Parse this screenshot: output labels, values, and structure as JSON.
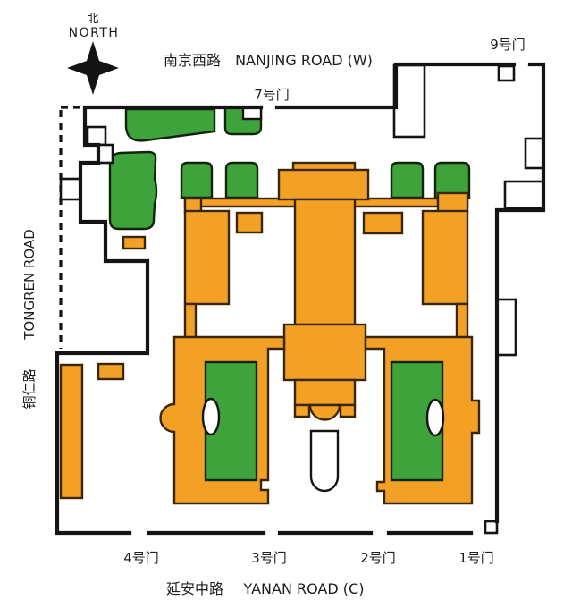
{
  "compass": {
    "symbol": "北",
    "label": "NORTH"
  },
  "roads": {
    "top_cn": "南京西路",
    "top_en": "NANJING ROAD (W)",
    "left_cn": "铜仁路",
    "left_en": "TONGREN ROAD",
    "bottom_cn": "延安中路",
    "bottom_en": "YANAN ROAD (C)"
  },
  "gates": {
    "gate1": "1号门",
    "gate2": "2号门",
    "gate3": "3号门",
    "gate4": "4号门",
    "gate7": "7号门",
    "gate9": "9号门"
  },
  "legend": {
    "building_color": "#F2A126",
    "lawn_color": "#3FA33C",
    "boundary_color": "#141414"
  }
}
